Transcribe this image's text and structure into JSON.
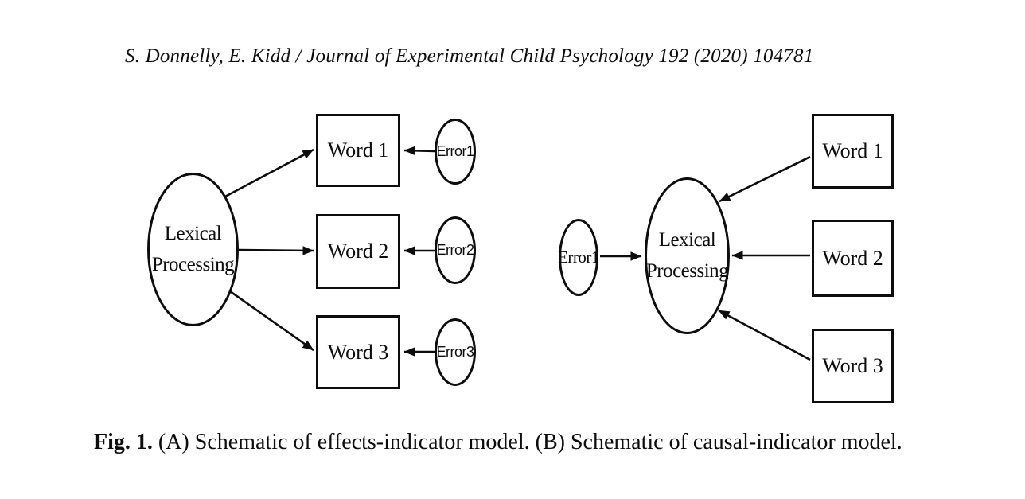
{
  "header": {
    "text": "S. Donnelly, E. Kidd / Journal of Experimental Child Psychology 192 (2020) 104781"
  },
  "caption": {
    "prefix": "Fig. 1.",
    "body": "(A) Schematic of effects-indicator model. (B) Schematic of causal-indicator model."
  },
  "colors": {
    "ink": "#0d0d0d",
    "background": "#ffffff"
  },
  "panelA": {
    "name": "effects-indicator model",
    "latent": {
      "label": "Lexical Processing"
    },
    "indicators": [
      {
        "label": "Word 1"
      },
      {
        "label": "Word 2"
      },
      {
        "label": "Word 3"
      }
    ],
    "errors": [
      {
        "label": "Error1"
      },
      {
        "label": "Error2"
      },
      {
        "label": "Error3"
      }
    ]
  },
  "panelB": {
    "name": "causal-indicator model",
    "latent": {
      "label": "Lexical Processing"
    },
    "indicators": [
      {
        "label": "Word 1"
      },
      {
        "label": "Word 2"
      },
      {
        "label": "Word 3"
      }
    ],
    "errors": [
      {
        "label": "Error1"
      }
    ]
  }
}
